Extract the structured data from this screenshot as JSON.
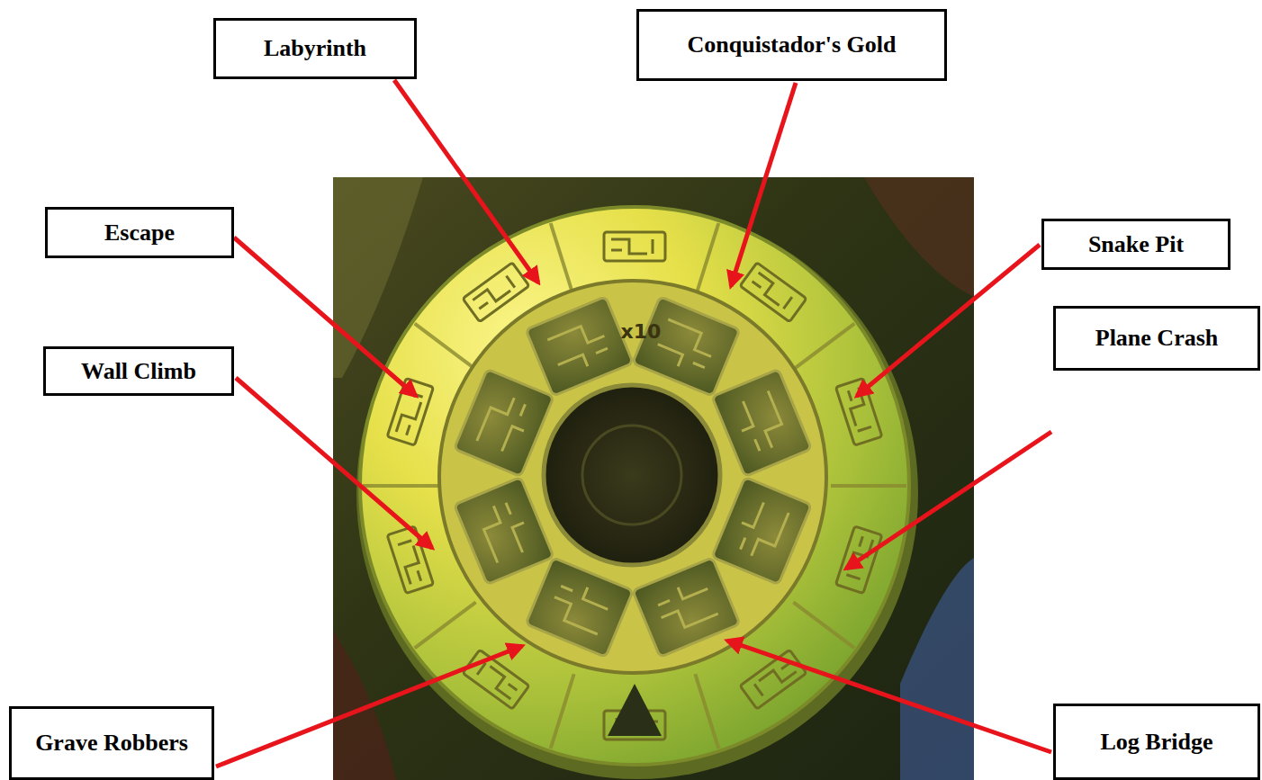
{
  "diagram": {
    "nodes": [
      {
        "text": [
          "Labyrinth"
        ]
      },
      {
        "text": [
          "Conquistador's Gold"
        ]
      },
      {
        "text": [
          "Escape"
        ]
      },
      {
        "text": [
          "Snake Pit"
        ]
      },
      {
        "text": [
          "Wall Climb"
        ]
      },
      {
        "text": [
          "Plane Crash"
        ]
      },
      {
        "text": [
          "Grave Robbers"
        ]
      },
      {
        "text": [
          "Log Bridge"
        ]
      }
    ],
    "labels": [
      "x10"
    ]
  }
}
